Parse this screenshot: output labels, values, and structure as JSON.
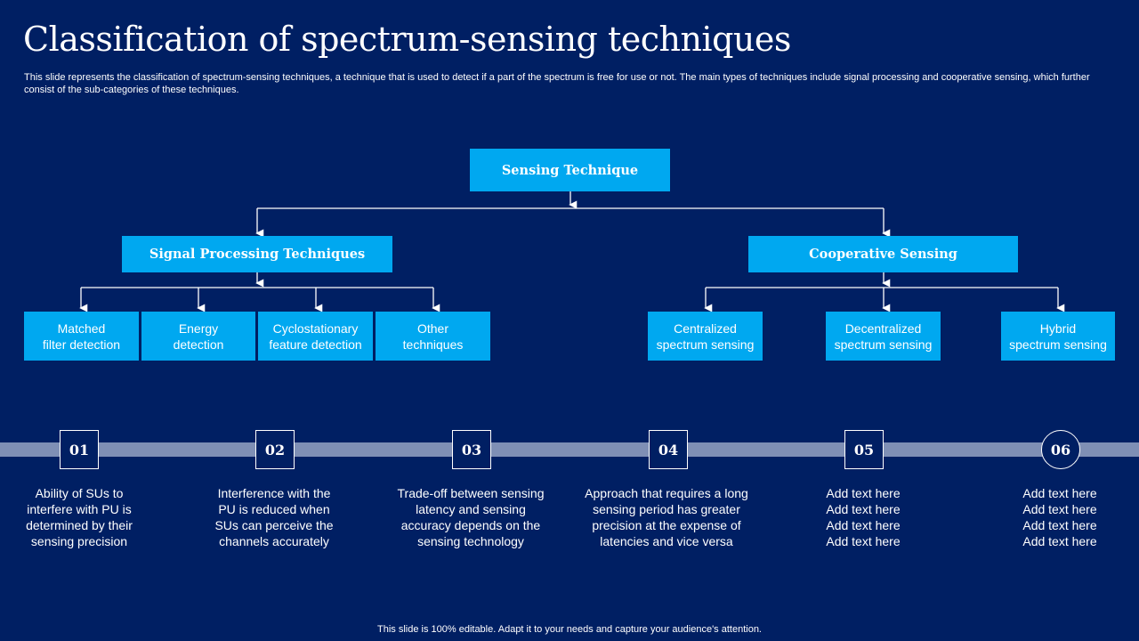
{
  "slide": {
    "title": "Classification of spectrum-sensing techniques",
    "description": "This slide represents the classification of spectrum-sensing techniques, a technique that is used to detect if a part of the spectrum is free for use or not. The main types of techniques include signal processing and cooperative sensing, which further consist of the sub-categories of these techniques.",
    "footer": "This slide is 100% editable. Adapt it to your needs and capture your audience's attention."
  },
  "tree": {
    "root": "Sensing Technique",
    "branches": [
      {
        "label": "Signal Processing Techniques",
        "children": [
          [
            "Matched",
            "filter detection"
          ],
          [
            "Energy",
            "detection"
          ],
          [
            "Cyclostationary",
            "feature detection"
          ],
          [
            "Other",
            "techniques"
          ]
        ]
      },
      {
        "label": "Cooperative Sensing",
        "children": [
          [
            "Centralized",
            "spectrum sensing"
          ],
          [
            "Decentralized",
            "spectrum sensing"
          ],
          [
            "Hybrid",
            "spectrum sensing"
          ]
        ]
      }
    ]
  },
  "timeline": {
    "steps": [
      {
        "number": "01",
        "lines": [
          "Ability of SUs to",
          "interfere with PU is",
          "determined by their",
          "sensing precision"
        ]
      },
      {
        "number": "02",
        "lines": [
          "Interference with the",
          "PU is reduced when",
          "SUs can perceive the",
          "channels accurately"
        ]
      },
      {
        "number": "03",
        "lines": [
          "Trade-off between sensing",
          "latency and sensing",
          "accuracy depends on the",
          "sensing technology"
        ]
      },
      {
        "number": "04",
        "lines": [
          "Approach that requires a long",
          "sensing period has greater",
          "precision at the expense of",
          "latencies and vice versa"
        ]
      },
      {
        "number": "05",
        "lines": [
          "Add text here",
          "Add text here",
          "Add text here",
          "Add text here"
        ]
      },
      {
        "number": "06",
        "lines": [
          "Add text here",
          "Add text here",
          "Add text here",
          "Add text here"
        ]
      }
    ]
  },
  "colors": {
    "background": "#001f63",
    "box": "#00a8f0",
    "track": "#7f8fb5",
    "text": "#ffffff"
  }
}
